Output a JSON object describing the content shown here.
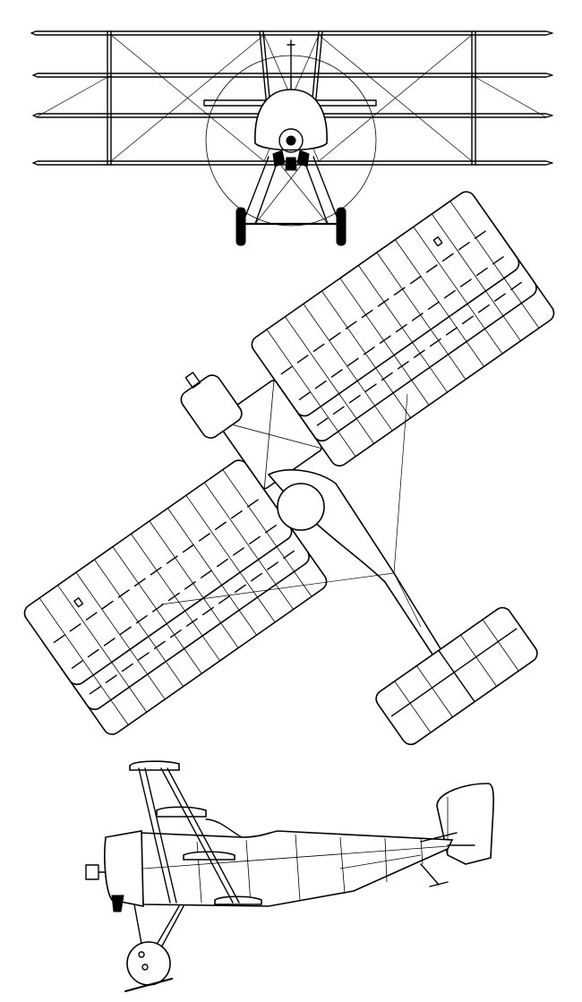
{
  "drawing": {
    "views": [
      "front-view",
      "top-view",
      "side-view"
    ],
    "colors": {
      "line": "#000000",
      "background": "#ffffff"
    }
  }
}
